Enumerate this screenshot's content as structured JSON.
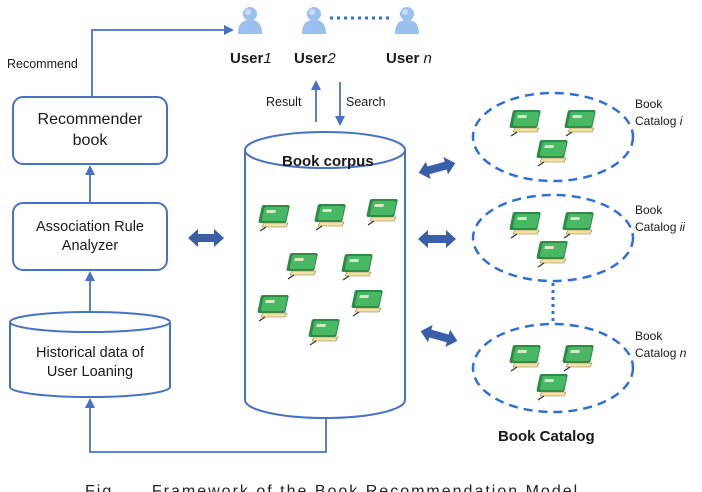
{
  "colors": {
    "line_blue": "#4a72c4",
    "dash_blue": "#2f6fd6",
    "arrow_fill": "#3a5fa8",
    "user_icon": "#8eb6e8",
    "book_green": "#3aa35a"
  },
  "labels": {
    "recommend": "Recommend",
    "result": "Result",
    "search": "Search"
  },
  "users": [
    {
      "prefix": "User",
      "suffix": "1"
    },
    {
      "prefix": "User",
      "suffix": "2"
    },
    {
      "prefix": "User ",
      "suffix": "n"
    }
  ],
  "boxes": {
    "recommender": "Recommender book",
    "association": "Association Rule Analyzer",
    "historical": "Historical data of User Loaning"
  },
  "corpus": {
    "title": "Book corpus"
  },
  "catalogs": [
    {
      "line1": "Book",
      "line2": "Catalog ",
      "suffix": "i"
    },
    {
      "line1": "Book",
      "line2": "Catalog ",
      "suffix": "ii"
    },
    {
      "line1": "Book",
      "line2": "Catalog ",
      "suffix": "n"
    }
  ],
  "book_catalog_title": "Book Catalog",
  "caption_partial": "Fig. ... Framework of the Book Recommendation Model"
}
